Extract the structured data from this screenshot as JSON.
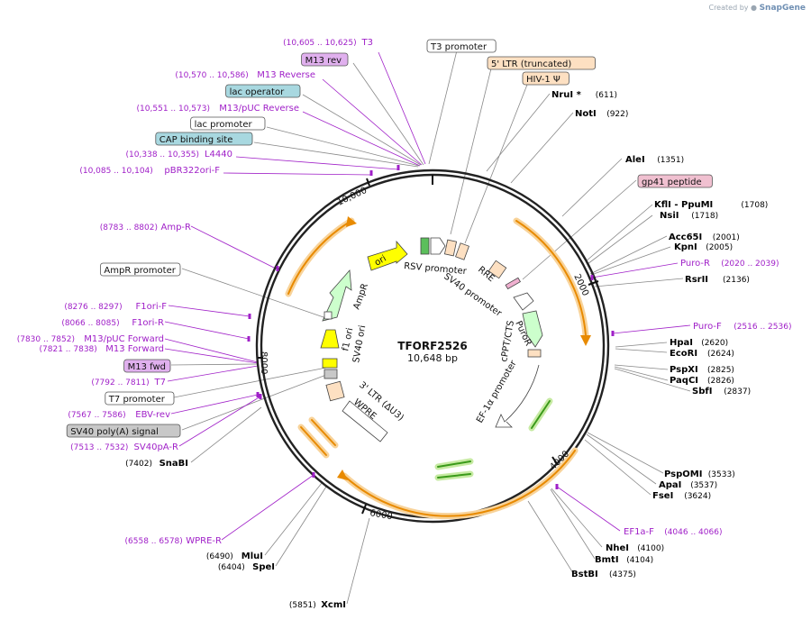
{
  "credit": {
    "prefix": "Created by",
    "brand": "SnapGene"
  },
  "plasmid": {
    "name": "TFORF2526",
    "size_label": "10,648 bp",
    "length": 10648
  },
  "colors": {
    "primer": "#a020c8",
    "site": "#000000",
    "feature_fill": "#fde0c2",
    "orange_arrow": "#e88a00",
    "green_arrow": "#3a9a1a",
    "yellow": "#ffff00",
    "light_green": "#ccffcc",
    "gray_box": "#c8c8c8",
    "teal_box": "#a8d8e0",
    "purple_box": "#e0b0ee"
  },
  "ticks": [
    "2000",
    "4000",
    "6000",
    "8000",
    "10,000"
  ],
  "inner_labels": [
    "RSV promoter",
    "RRE",
    "SV40 promoter",
    "PuroR",
    "cPPT/CTS",
    "EF-1α promoter",
    "3' LTR (ΔU3)",
    "WPRE",
    "SV40 ori",
    "f1 ori",
    "AmpR",
    "ori"
  ],
  "top_labels": [
    {
      "type": "primer",
      "coords": "(10,605 .. 10,625)",
      "name": "T3"
    },
    {
      "type": "box",
      "box": "purple",
      "name": "M13 rev"
    },
    {
      "type": "primer",
      "coords": "(10,570 .. 10,586)",
      "name": "M13 Reverse"
    },
    {
      "type": "box",
      "box": "teal",
      "name": "lac operator"
    },
    {
      "type": "primer",
      "coords": "(10,551 .. 10,573)",
      "name": "M13/pUC Reverse"
    },
    {
      "type": "box",
      "box": "white",
      "name": "lac promoter"
    },
    {
      "type": "box",
      "box": "teal",
      "name": "CAP binding site"
    },
    {
      "type": "primer",
      "coords": "(10,338 .. 10,355)",
      "name": "L4440"
    },
    {
      "type": "primer",
      "coords": "(10,085 .. 10,104)",
      "name": "pBR322ori-F"
    }
  ],
  "top_features": [
    {
      "name": "T3 promoter",
      "box": "white"
    },
    {
      "name": "5' LTR (truncated)",
      "box": "peach"
    },
    {
      "name": "HIV-1 Ψ",
      "box": "peach"
    }
  ],
  "left_labels": [
    {
      "type": "primer",
      "coords": "(8783 .. 8802)",
      "name": "Amp-R"
    },
    {
      "type": "box",
      "box": "white",
      "name": "AmpR promoter"
    },
    {
      "type": "primer",
      "coords": "(8276 .. 8297)",
      "name": "F1ori-F"
    },
    {
      "type": "primer",
      "coords": "(8066 .. 8085)",
      "name": "F1ori-R"
    },
    {
      "type": "primer",
      "coords": "(7830 .. 7852)",
      "name": "M13/pUC Forward"
    },
    {
      "type": "primer",
      "coords": "(7821 .. 7838)",
      "name": "M13 Forward"
    },
    {
      "type": "box",
      "box": "purple",
      "name": "M13 fwd"
    },
    {
      "type": "primer",
      "coords": "(7792 .. 7811)",
      "name": "T7"
    },
    {
      "type": "box",
      "box": "white",
      "name": "T7 promoter"
    },
    {
      "type": "primer",
      "coords": "(7567 .. 7586)",
      "name": "EBV-rev"
    },
    {
      "type": "box",
      "box": "gray",
      "name": "SV40 poly(A) signal"
    },
    {
      "type": "primer",
      "coords": "(7513 .. 7532)",
      "name": "SV40pA-R"
    },
    {
      "type": "site",
      "coords": "(7402)",
      "name": "SnaBI"
    }
  ],
  "bottom_left_labels": [
    {
      "type": "primer",
      "coords": "(6558 .. 6578)",
      "name": "WPRE-R"
    },
    {
      "type": "site",
      "coords": "(6490)",
      "name": "MluI"
    },
    {
      "type": "site",
      "coords": "(6404)",
      "name": "SpeI"
    },
    {
      "type": "site",
      "coords": "(5851)",
      "name": "XcmI"
    }
  ],
  "right_labels": [
    {
      "type": "site",
      "name": "NruI *",
      "coords": "(611)"
    },
    {
      "type": "site",
      "name": "NotI",
      "coords": "(922)"
    },
    {
      "type": "site",
      "name": "AleI",
      "coords": "(1351)"
    },
    {
      "type": "box",
      "box": "pink",
      "name": "gp41 peptide"
    },
    {
      "type": "site",
      "name": "KflI  - PpuMI",
      "coords": "(1708)"
    },
    {
      "type": "site",
      "name": "NsiI",
      "coords": "(1718)"
    },
    {
      "type": "site",
      "name": "Acc65I",
      "coords": "(2001)"
    },
    {
      "type": "site",
      "name": "KpnI",
      "coords": "(2005)"
    },
    {
      "type": "primer",
      "name": "Puro-R",
      "coords": "(2020 .. 2039)"
    },
    {
      "type": "site",
      "name": "RsrII",
      "coords": "(2136)"
    },
    {
      "type": "primer",
      "name": "Puro-F",
      "coords": "(2516 .. 2536)"
    },
    {
      "type": "site",
      "name": "HpaI",
      "coords": "(2620)"
    },
    {
      "type": "site",
      "name": "EcoRI",
      "coords": "(2624)"
    },
    {
      "type": "site",
      "name": "PspXI",
      "coords": "(2825)"
    },
    {
      "type": "site",
      "name": "PaqCI",
      "coords": "(2826)"
    },
    {
      "type": "site",
      "name": "SbfI",
      "coords": "(2837)"
    },
    {
      "type": "site",
      "name": "PspOMI",
      "coords": "(3533)"
    },
    {
      "type": "site",
      "name": "ApaI",
      "coords": "(3537)"
    },
    {
      "type": "site",
      "name": "FseI",
      "coords": "(3624)"
    },
    {
      "type": "primer",
      "name": "EF1a-F",
      "coords": "(4046 .. 4066)"
    },
    {
      "type": "site",
      "name": "NheI",
      "coords": "(4100)"
    },
    {
      "type": "site",
      "name": "BmtI",
      "coords": "(4104)"
    },
    {
      "type": "site",
      "name": "BstBI",
      "coords": "(4375)"
    }
  ]
}
